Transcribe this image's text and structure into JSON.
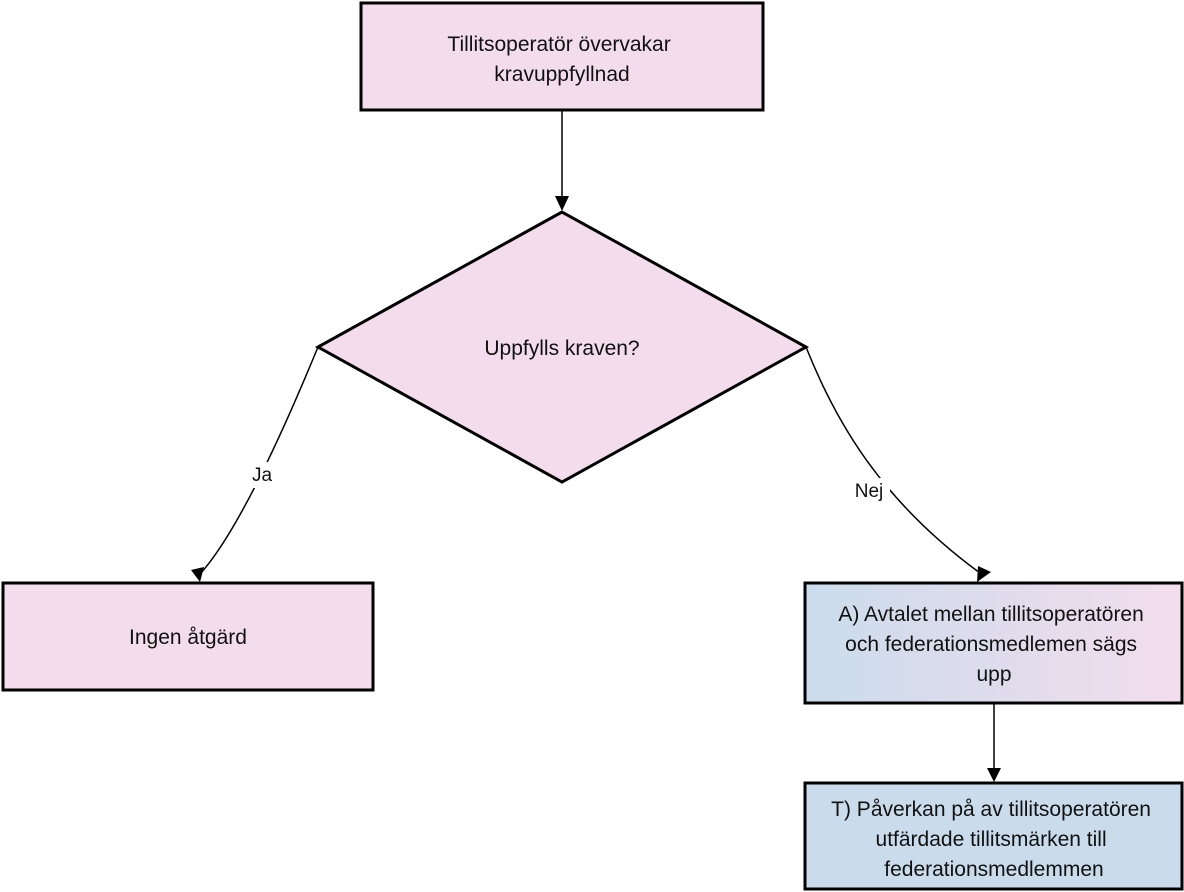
{
  "colors": {
    "node_fill": "#f3dded",
    "node_stroke": "#000000",
    "gradient_start": "#cadcec",
    "gradient_end": "#f3dded",
    "blue_fill": "#cadcec",
    "edge": "#000000"
  },
  "nodes": {
    "monitor": {
      "line1": "Tillitsoperatör övervakar",
      "line2": "kravuppfyllnad"
    },
    "decision": {
      "label": "Uppfylls kraven?"
    },
    "no_action": {
      "label": "Ingen åtgärd"
    },
    "terminate": {
      "line1": "A) Avtalet mellan tillitsoperatören",
      "line2": "och federationsmedlemen sägs",
      "line3": "upp"
    },
    "impact": {
      "line1": "T) Påverkan på av tillitsoperatören",
      "line2": "utfärdade tillitsmärken till",
      "line3": "federationsmedlemmen"
    }
  },
  "edges": {
    "yes_label": "Ja",
    "no_label": "Nej"
  }
}
